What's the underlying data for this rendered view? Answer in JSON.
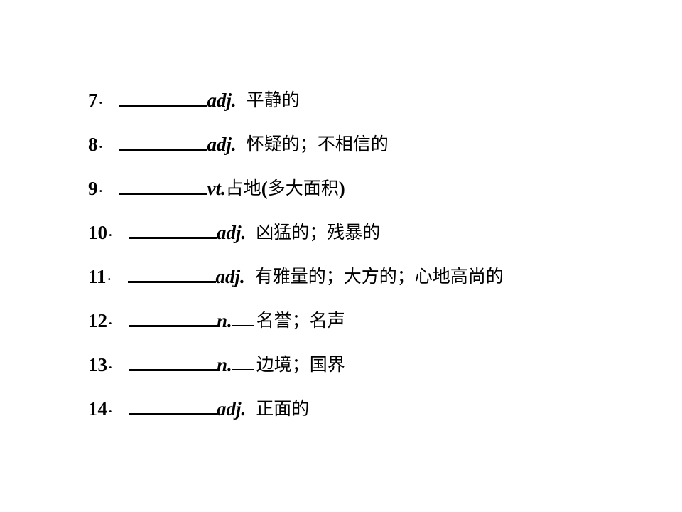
{
  "items": [
    {
      "num": "7",
      "dot": "．",
      "pos": "adj.",
      "meaning": "平静的"
    },
    {
      "num": "8",
      "dot": "．",
      "pos": "adj.",
      "meaning": "怀疑的；不相信的"
    },
    {
      "num": "9",
      "dot": "．",
      "pos": "vt.",
      "meaning_main": "占地",
      "paren_open": "(",
      "meaning_paren": "多大面积",
      "paren_close": ")"
    },
    {
      "num": "10",
      "dot": "．",
      "pos": "adj.",
      "meaning": "凶猛的；残暴的"
    },
    {
      "num": "11",
      "dot": "．",
      "pos": "adj.",
      "meaning": "有雅量的；大方的；心地高尚的"
    },
    {
      "num": "12",
      "dot": "．",
      "pos": "n.",
      "meaning": "名誉；名声"
    },
    {
      "num": "13",
      "dot": "．",
      "pos": "n.",
      "meaning": "边境；国界"
    },
    {
      "num": "14",
      "dot": "．",
      "pos": "adj.",
      "meaning": "正面的"
    }
  ]
}
